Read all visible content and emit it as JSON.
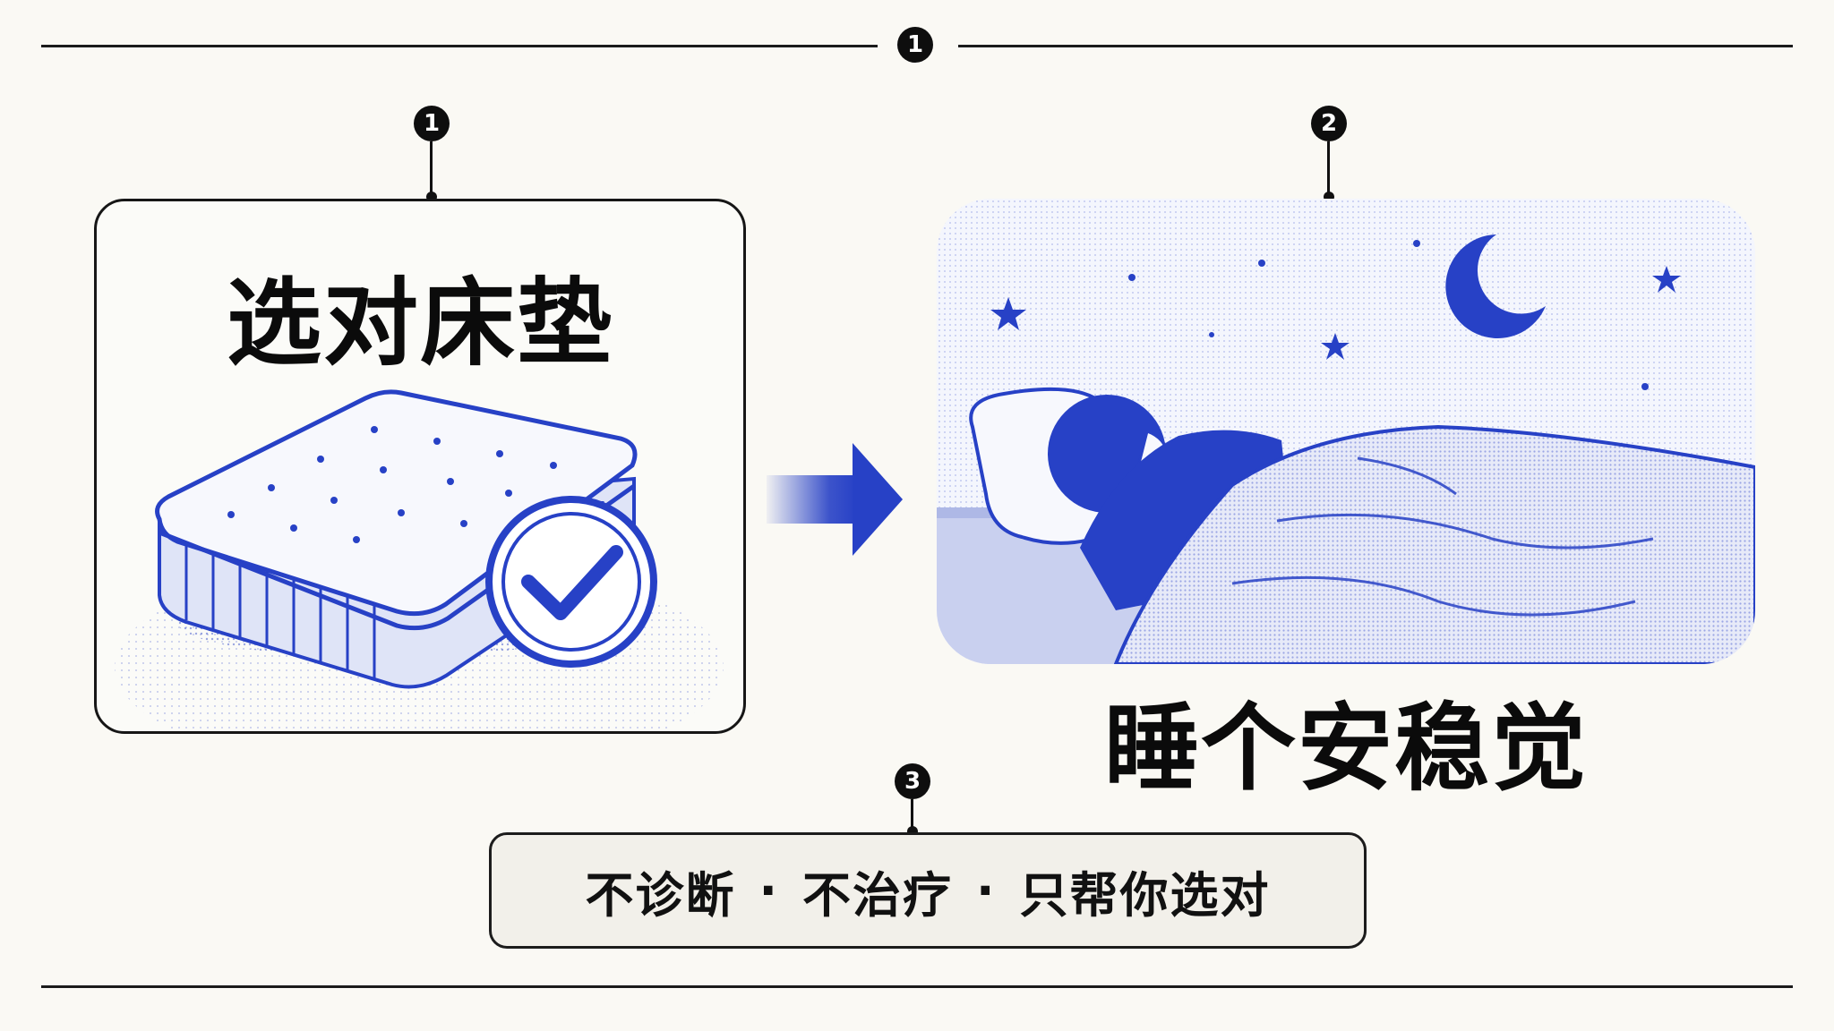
{
  "header": {
    "badge": "1"
  },
  "panel_left": {
    "badge": "1",
    "title": "选对床垫"
  },
  "panel_right": {
    "badge": "2",
    "caption": "睡个安稳觉"
  },
  "note": {
    "badge": "3",
    "items": [
      "不诊断",
      "不治疗",
      "只帮你选对"
    ],
    "separator": "·"
  },
  "colors": {
    "accent": "#2741c6",
    "ink": "#111111",
    "background": "#faf9f4"
  }
}
